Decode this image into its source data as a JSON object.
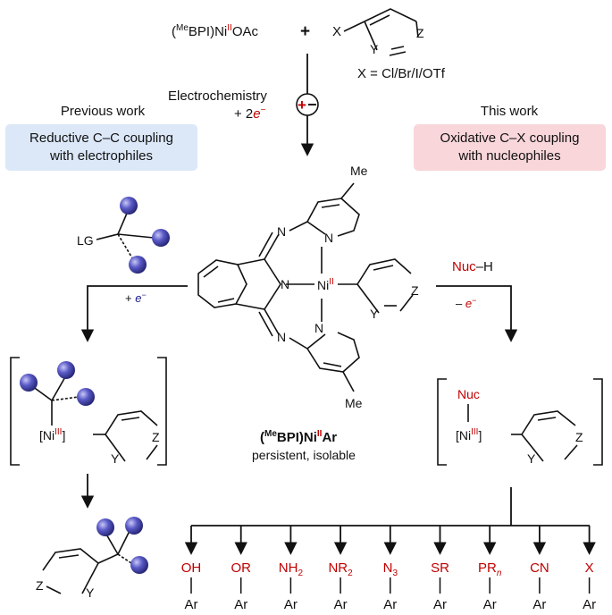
{
  "reactant": {
    "complex_pre": "Me",
    "complex_body": "BPI)Ni",
    "complex_ox": "II",
    "complex_post": "OAc",
    "plus": "+",
    "x_atom": "X",
    "ring_y": "Y",
    "ring_z": "Z",
    "x_def": "X = Cl/Br/I/OTf"
  },
  "electro": {
    "line1": "Electrochemistry",
    "line2_pre": "+ 2",
    "line2_e": "e",
    "line2_sup": "−"
  },
  "left": {
    "header": "Previous work",
    "box_line1": "Reductive C–C coupling",
    "box_line2": "with electrophiles",
    "lg": "LG",
    "plus_e": "+ ",
    "e": "e",
    "e_sup": "−",
    "ni_label": "[Ni",
    "ni_ox": "III",
    "ni_close": "]",
    "ring_y": "Y",
    "ring_z": "Z"
  },
  "right": {
    "header": "This work",
    "box_line1": "Oxidative C–X coupling",
    "box_line2": "with nucleophiles",
    "nuc_h_red": "Nuc",
    "nuc_h_black": "–H",
    "minus_e": "– ",
    "e": "e",
    "e_sup": "−",
    "nuc": "Nuc",
    "ni_label": "[Ni",
    "ni_ox": "III",
    "ni_close": "]",
    "ring_y": "Y",
    "ring_z": "Z"
  },
  "center": {
    "me_top": "Me",
    "me_bottom": "Me",
    "n": "N",
    "ni": "Ni",
    "ni_ox": "II",
    "ring_y": "Y",
    "ring_z": "Z",
    "name_pre": "(",
    "name_sup": "Me",
    "name_body": "BPI)Ni",
    "name_ox": "II",
    "name_post": "Ar",
    "desc": "persistent, isolable"
  },
  "products": [
    {
      "group": "OH",
      "ar": "Ar"
    },
    {
      "group": "OR",
      "ar": "Ar"
    },
    {
      "group": "NH",
      "sub": "2",
      "ar": "Ar"
    },
    {
      "group": "NR",
      "sub": "2",
      "ar": "Ar"
    },
    {
      "group": "N",
      "sub": "3",
      "ar": "Ar"
    },
    {
      "group": "SR",
      "ar": "Ar"
    },
    {
      "group": "PR",
      "sub": "n",
      "ar": "Ar"
    },
    {
      "group": "CN",
      "ar": "Ar"
    },
    {
      "group": "X",
      "ar": "Ar"
    }
  ],
  "colors": {
    "red": "#c00000",
    "blue_box": "#dce8f8",
    "red_box": "#f8d6da",
    "sphere": "#4a4ab8"
  }
}
